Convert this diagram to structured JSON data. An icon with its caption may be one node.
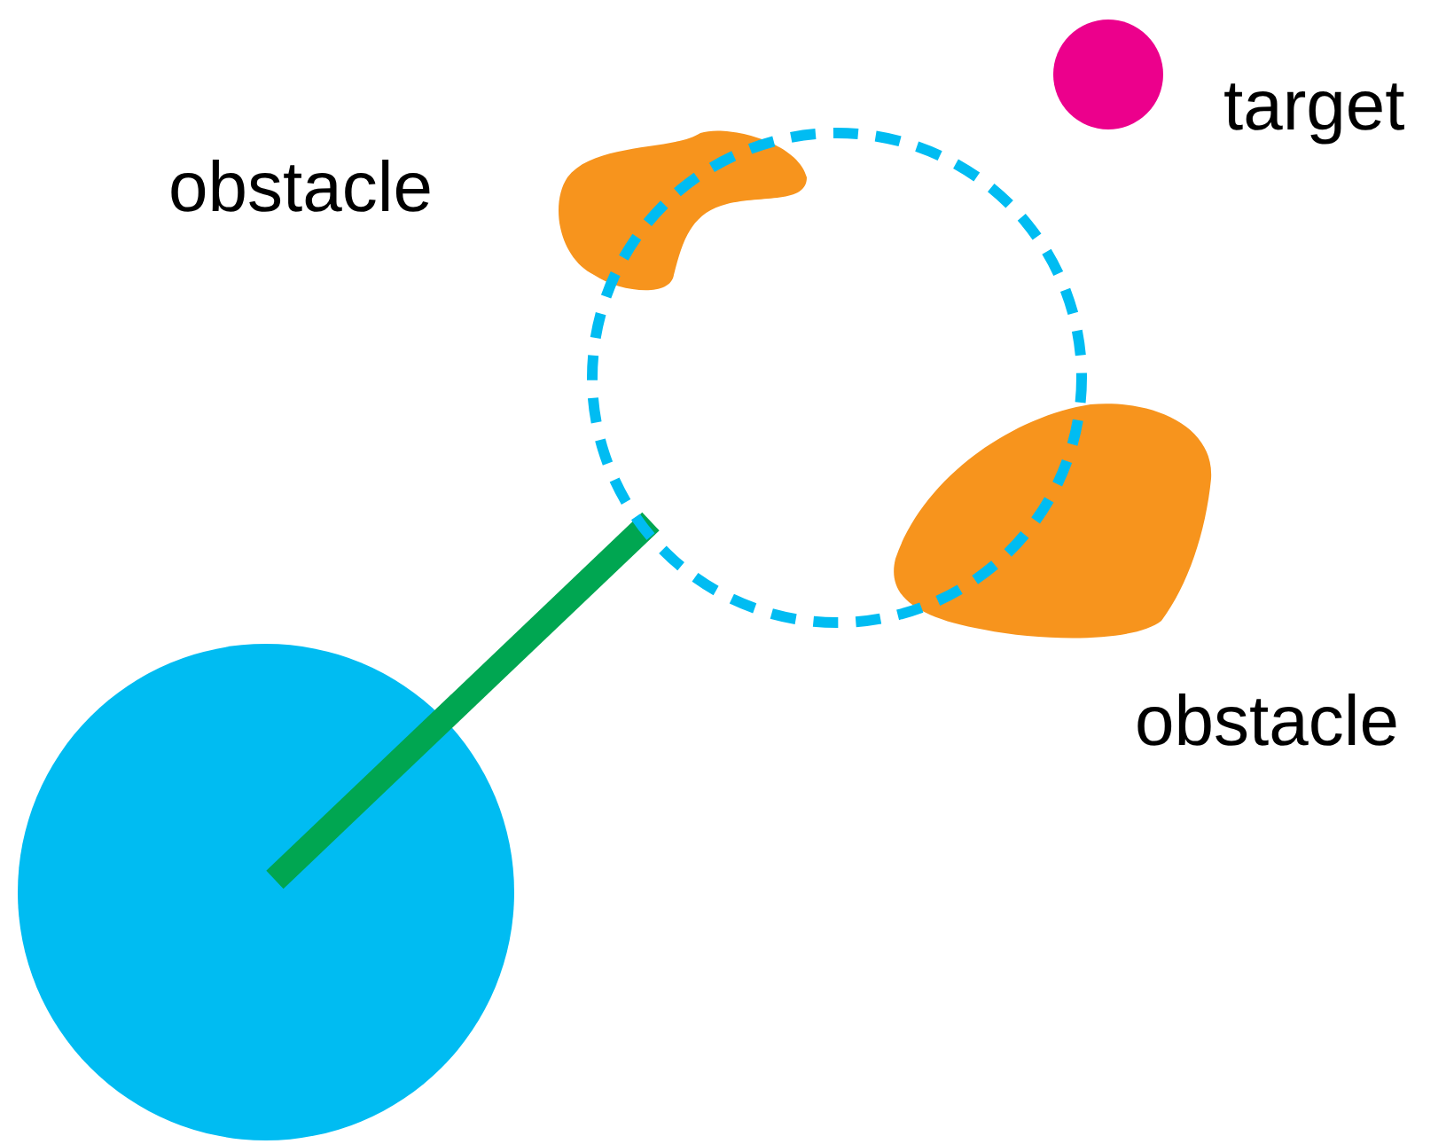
{
  "diagram": {
    "labels": [
      "target",
      "obstacle",
      "obstacle"
    ]
  }
}
